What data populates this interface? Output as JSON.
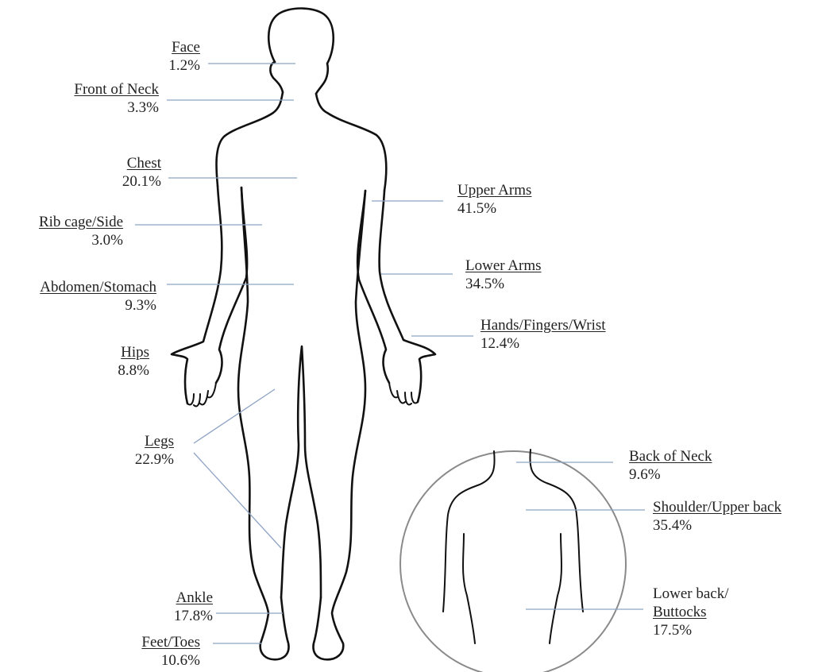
{
  "colors": {
    "outline": "#111111",
    "leader_lines": "#8ea3c4",
    "inset_circle": "#8a8a8a"
  },
  "labels": {
    "face": {
      "name": "Face",
      "pct": "1.2%"
    },
    "front_neck": {
      "name": "Front of Neck",
      "pct": "3.3%"
    },
    "chest": {
      "name": "Chest",
      "pct": "20.1%"
    },
    "rib_cage": {
      "name": "Rib cage/Side",
      "pct": "3.0%"
    },
    "abdomen": {
      "name": "Abdomen/Stomach",
      "pct": "9.3%"
    },
    "hips": {
      "name": "Hips",
      "pct": "8.8%"
    },
    "legs": {
      "name": "Legs",
      "pct": "22.9%"
    },
    "ankle": {
      "name": "Ankle",
      "pct": "17.8%"
    },
    "feet": {
      "name": "Feet/Toes",
      "pct": "10.6%"
    },
    "upper_arms": {
      "name": "Upper Arms",
      "pct": "41.5%"
    },
    "lower_arms": {
      "name": "Lower Arms",
      "pct": "34.5%"
    },
    "hands": {
      "name": "Hands/Fingers/Wrist",
      "pct": "12.4%"
    },
    "back_neck": {
      "name": "Back of Neck",
      "pct": "9.6%"
    },
    "shoulder": {
      "name": "Shoulder/Upper back",
      "pct": "35.4%"
    },
    "lower_back": {
      "name": "Lower back/",
      "name2": "Buttocks",
      "pct": "17.5%"
    }
  }
}
